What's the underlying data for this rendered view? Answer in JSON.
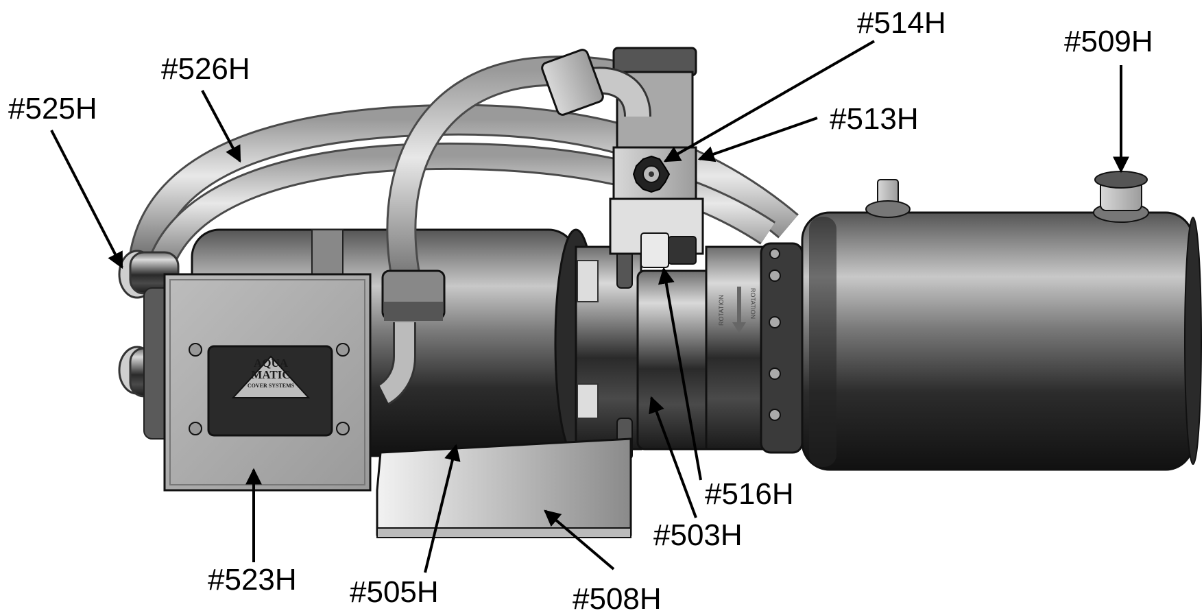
{
  "labels": {
    "p514": "#514H",
    "p509": "#509H",
    "p526": "#526H",
    "p525": "#525H",
    "p513": "#513H",
    "p516": "#516H",
    "p503": "#503H",
    "p523": "#523H",
    "p505": "#505H",
    "p508": "#508H"
  },
  "logo": {
    "line1": "AQUA",
    "line2": "MATIC",
    "line3": "COVER SYSTEMS"
  },
  "rotation": {
    "left": "ROTATION",
    "right": "ROTATION"
  }
}
